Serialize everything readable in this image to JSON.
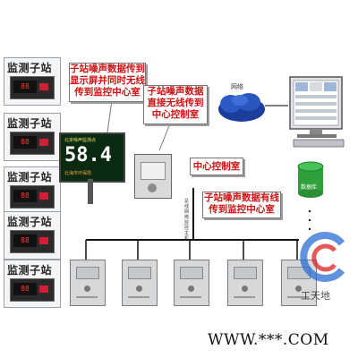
{
  "stations": [
    {
      "title": "监测子站"
    },
    {
      "title": "监测子站"
    },
    {
      "title": "监测子站"
    },
    {
      "title": "监测子站"
    },
    {
      "title": "监测子站"
    }
  ],
  "callouts": {
    "display_wireless": "子站噪声数据传到\n显示屏并同时无线\n传到监控中心室",
    "direct_wireless": "子站噪声数据\n直接无线传到\n中心控制室",
    "wired": "子站噪声数据有线\n传到监控中心室",
    "center": "中心控制室"
  },
  "display": {
    "header": "北京噪声监测点",
    "value": "58.4",
    "footer": "北海市环保局"
  },
  "network_label": "网络",
  "database_label": "数据库",
  "bus_label": "总线网络监控主机",
  "footer": {
    "url": "WWW.***.COM",
    "watermark": "工天地"
  },
  "colors": {
    "accent_red": "#cc1111",
    "cloud_blue": "#1b3e9c",
    "database_green": "#2fa03a"
  }
}
